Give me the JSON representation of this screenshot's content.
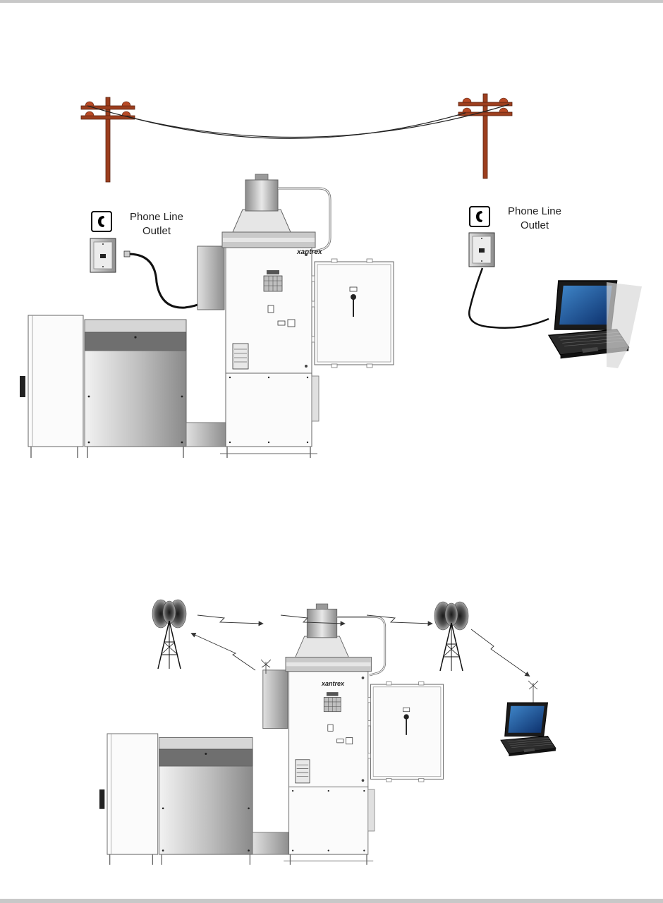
{
  "left_outlet": {
    "line1": "Phone Line",
    "line2": "Outlet"
  },
  "right_outlet": {
    "line1": "Phone Line",
    "line2": "Outlet"
  },
  "inverter_brand_top": "xantrex",
  "inverter_brand_bottom": "xantrex",
  "icons": [
    "telephone-icon",
    "utility-pole-icon",
    "radio-tower-icon",
    "laptop-icon"
  ]
}
